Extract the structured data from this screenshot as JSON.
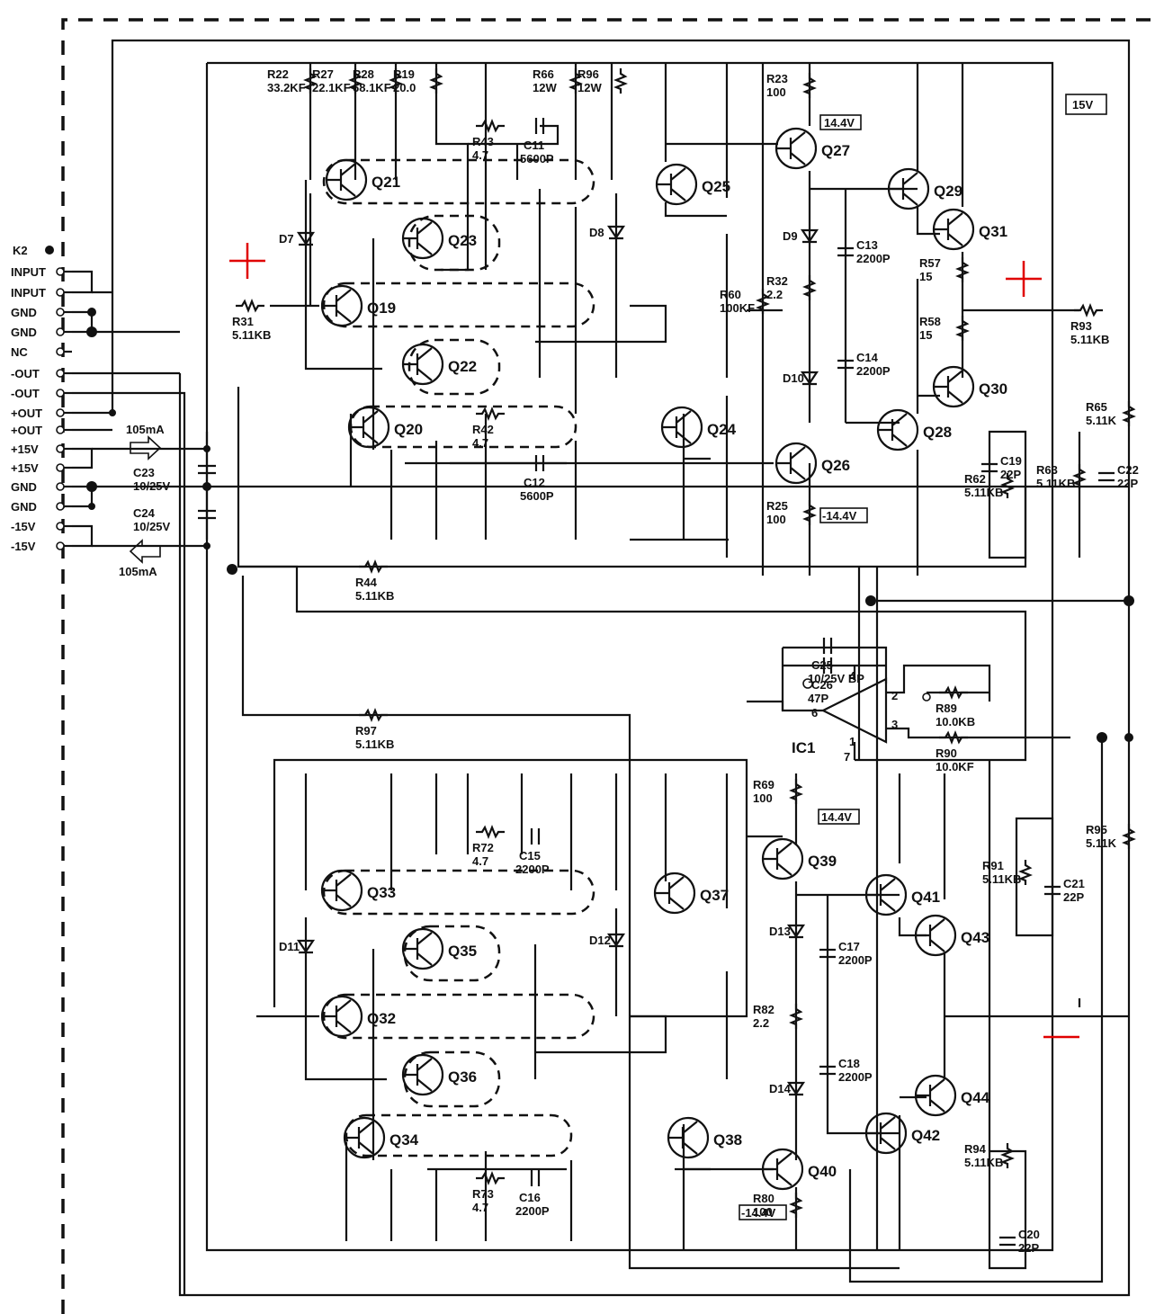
{
  "connector": {
    "header": "K2",
    "pins": [
      "INPUT",
      "INPUT",
      "GND",
      "GND",
      "NC",
      "-OUT",
      "-OUT",
      "+OUT",
      "+OUT",
      "+15V",
      "+15V",
      "GND",
      "GND",
      "-15V",
      "-15V"
    ]
  },
  "currents": {
    "top": "105mA",
    "bottom": "105mA"
  },
  "caps_supply": [
    {
      "ref": "C23",
      "value": "10/25V"
    },
    {
      "ref": "C24",
      "value": "10/25V"
    }
  ],
  "transistors_top": [
    "Q21",
    "Q23",
    "Q19",
    "Q22",
    "Q20",
    "Q25",
    "Q24",
    "Q27",
    "Q29",
    "Q31",
    "Q26",
    "Q28",
    "Q30"
  ],
  "transistors_bottom": [
    "Q33",
    "Q35",
    "Q32",
    "Q36",
    "Q34",
    "Q37",
    "Q38",
    "Q39",
    "Q41",
    "Q43",
    "Q40",
    "Q42",
    "Q44"
  ],
  "opamp": {
    "ref": "IC1",
    "pins": [
      "1",
      "2",
      "3",
      "4",
      "6",
      "7"
    ]
  },
  "voltages": {
    "pos": "14.4V",
    "neg": "-14.4V",
    "rail": "15V"
  },
  "resistors": [
    {
      "ref": "R22",
      "value": "33.2KF"
    },
    {
      "ref": "R27",
      "value": "22.1KF"
    },
    {
      "ref": "R28",
      "value": "68.1KF"
    },
    {
      "ref": "R19",
      "value": "20.0"
    },
    {
      "ref": "R43",
      "value": "4.7"
    },
    {
      "ref": "R42",
      "value": "4.7"
    },
    {
      "ref": "R31",
      "value": "5.11KB"
    },
    {
      "ref": "R60",
      "value": "100KF"
    },
    {
      "ref": "R32",
      "value": "2.2"
    },
    {
      "ref": "R23",
      "value": "100"
    },
    {
      "ref": "R25",
      "value": "100"
    },
    {
      "ref": "R57",
      "value": "15"
    },
    {
      "ref": "R58",
      "value": "15"
    },
    {
      "ref": "R44",
      "value": "5.11KB"
    },
    {
      "ref": "R97",
      "value": "5.11KB"
    },
    {
      "ref": "R89",
      "value": "10.0KB"
    },
    {
      "ref": "R90",
      "value": "10.0KF"
    },
    {
      "ref": "R62",
      "value": "5.11KB"
    },
    {
      "ref": "R63",
      "value": "5.11KB"
    },
    {
      "ref": "R91",
      "value": "5.11KB"
    },
    {
      "ref": "R93",
      "value": "5.11KB"
    },
    {
      "ref": "R94",
      "value": "5.11KB"
    },
    {
      "ref": "R65",
      "value": "5.11K"
    },
    {
      "ref": "R95",
      "value": "5.11K"
    },
    {
      "ref": "R66",
      "value": "12W"
    },
    {
      "ref": "R96",
      "value": "12W"
    },
    {
      "ref": "R72",
      "value": "4.7"
    },
    {
      "ref": "R73",
      "value": "4.7"
    },
    {
      "ref": "R82",
      "value": "2.2"
    },
    {
      "ref": "R69",
      "value": "100"
    },
    {
      "ref": "R80",
      "value": "100"
    }
  ],
  "capacitors": [
    {
      "ref": "C11",
      "value": "5600P"
    },
    {
      "ref": "C12",
      "value": "5600P"
    },
    {
      "ref": "C13",
      "value": "2200P"
    },
    {
      "ref": "C14",
      "value": "2200P"
    },
    {
      "ref": "C15",
      "value": "2200P"
    },
    {
      "ref": "C16",
      "value": "2200P"
    },
    {
      "ref": "C17",
      "value": "2200P"
    },
    {
      "ref": "C18",
      "value": "2200P"
    },
    {
      "ref": "C19",
      "value": "22P"
    },
    {
      "ref": "C20",
      "value": "22P"
    },
    {
      "ref": "C21",
      "value": "22P"
    },
    {
      "ref": "C22",
      "value": "22P"
    },
    {
      "ref": "C25",
      "value": "10/25V BP"
    },
    {
      "ref": "C26",
      "value": "47P"
    }
  ],
  "diodes": [
    "D7",
    "D8",
    "D9",
    "D10",
    "D11",
    "D12",
    "D13",
    "D14"
  ]
}
